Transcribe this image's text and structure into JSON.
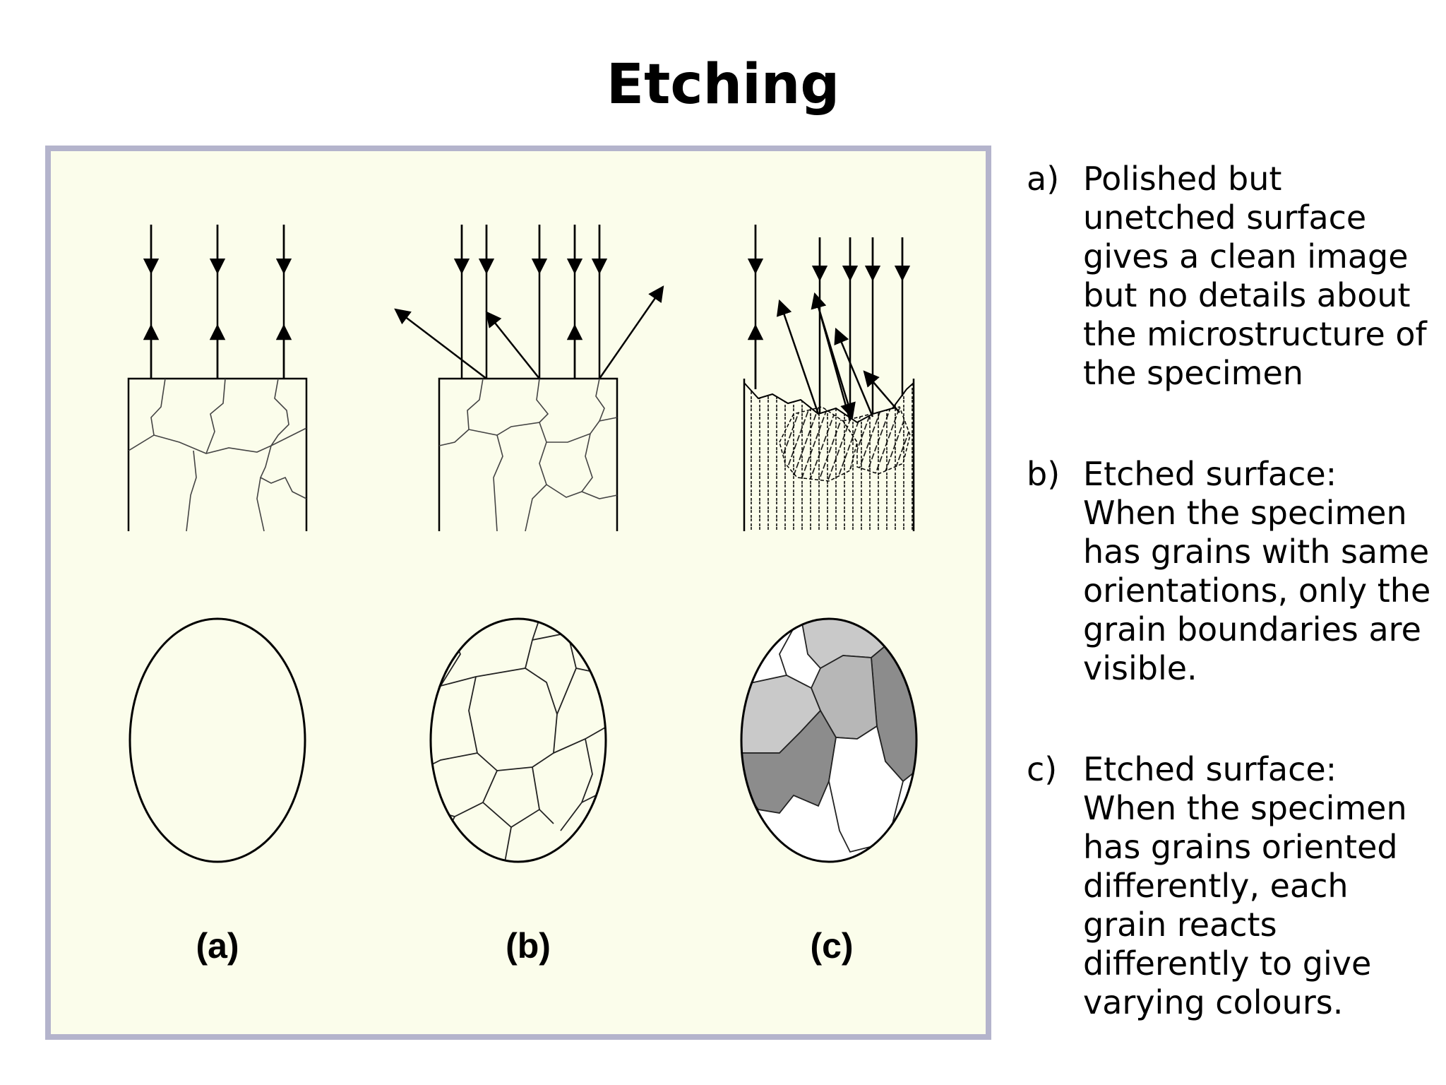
{
  "slide": {
    "title": "Etching"
  },
  "figure": {
    "labels": [
      "(a)",
      "(b)",
      "(c)"
    ],
    "background_color": "#fbfdeb",
    "border_color": "#b4b4cc",
    "grain_colors": [
      "#c9c9c9",
      "#b7b7b7",
      "#8c8c8c",
      "#ffffff"
    ]
  },
  "items": [
    {
      "marker": "a)",
      "text": "Polished but\nunetched surface\ngives a clean image\nbut no details about\nthe microstructure of\nthe specimen"
    },
    {
      "marker": "b)",
      "text": "Etched surface:\nWhen the specimen\nhas grains with same\norientations, only the\ngrain boundaries are\nvisible."
    },
    {
      "marker": "c)",
      "text": "Etched surface:\nWhen the specimen\nhas grains oriented\ndifferently, each\ngrain reacts\ndifferently to give\nvarying colours."
    }
  ]
}
